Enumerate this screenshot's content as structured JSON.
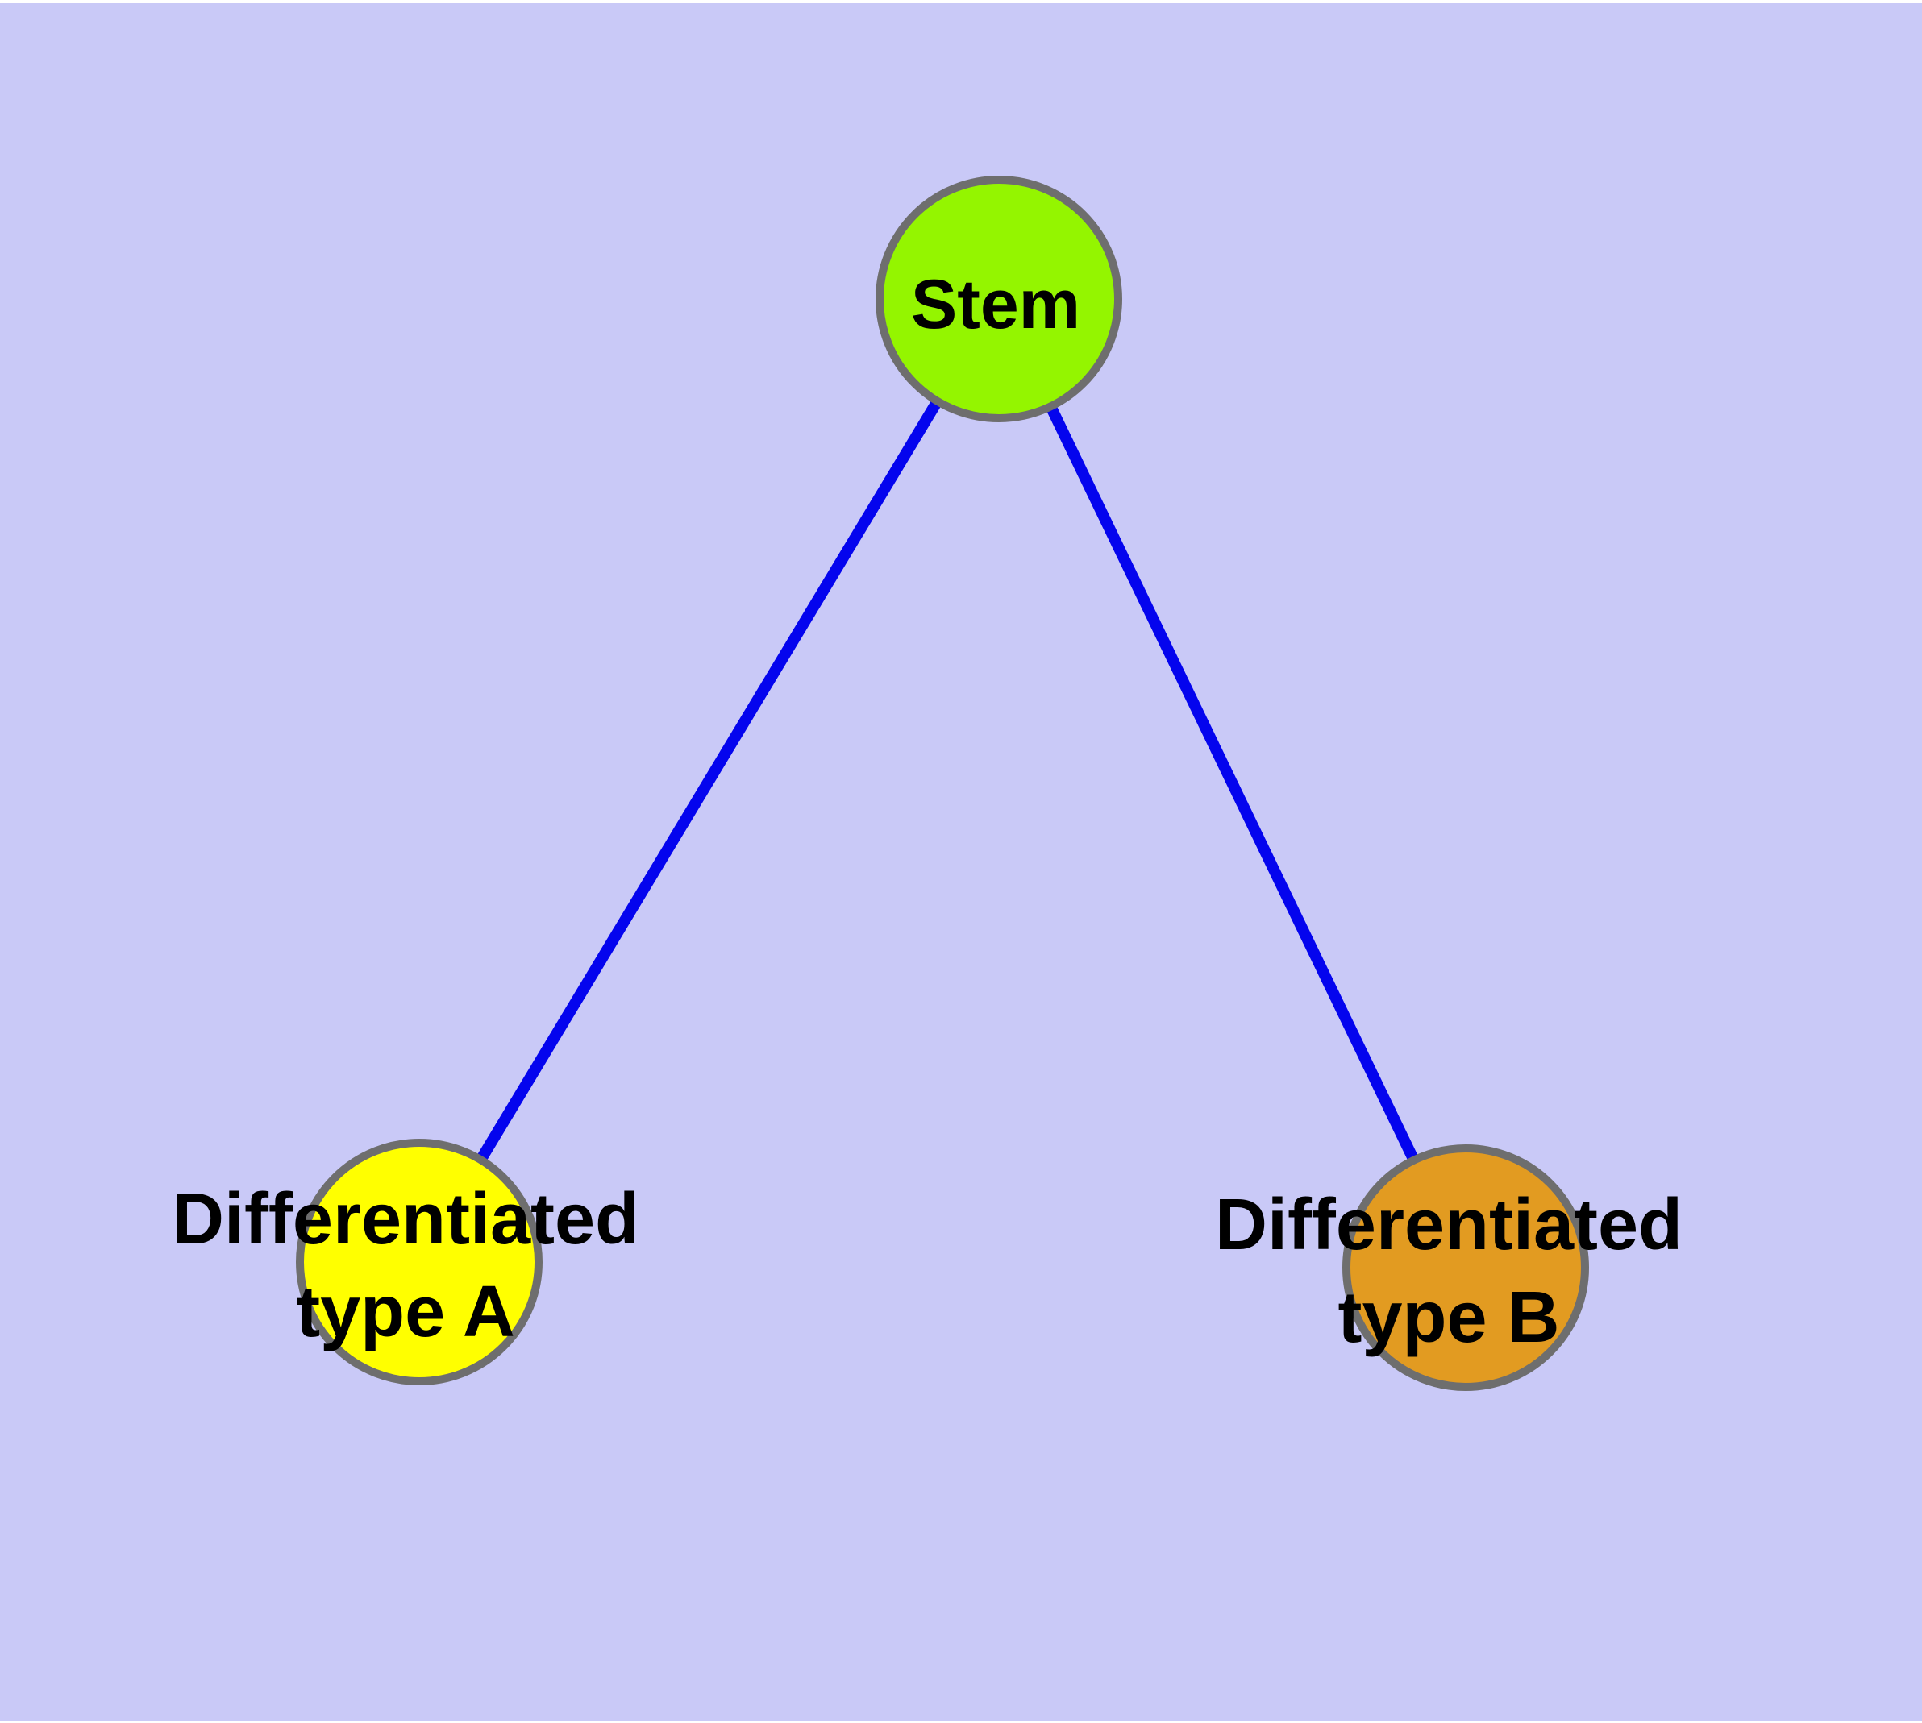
{
  "diagram": {
    "type": "graph",
    "background_color": "#C9C9F7",
    "page_margin_color": "#FFFFFF",
    "edge_color": "#0404EE",
    "node_border_color": "#6E6E6E",
    "label_color": "#000000",
    "nodes": {
      "stem": {
        "label": "Stem",
        "fill": "#94F500"
      },
      "type_a": {
        "label_line1": "Differentiated",
        "label_line2": "type A",
        "fill": "#FFFF00"
      },
      "type_b": {
        "label_line1": "Differentiated",
        "label_line2": "type B",
        "fill": "#E29B21"
      }
    },
    "edges": [
      {
        "source": "Stem",
        "target": "Differentiated type A"
      },
      {
        "source": "Stem",
        "target": "Differentiated type B"
      }
    ]
  }
}
